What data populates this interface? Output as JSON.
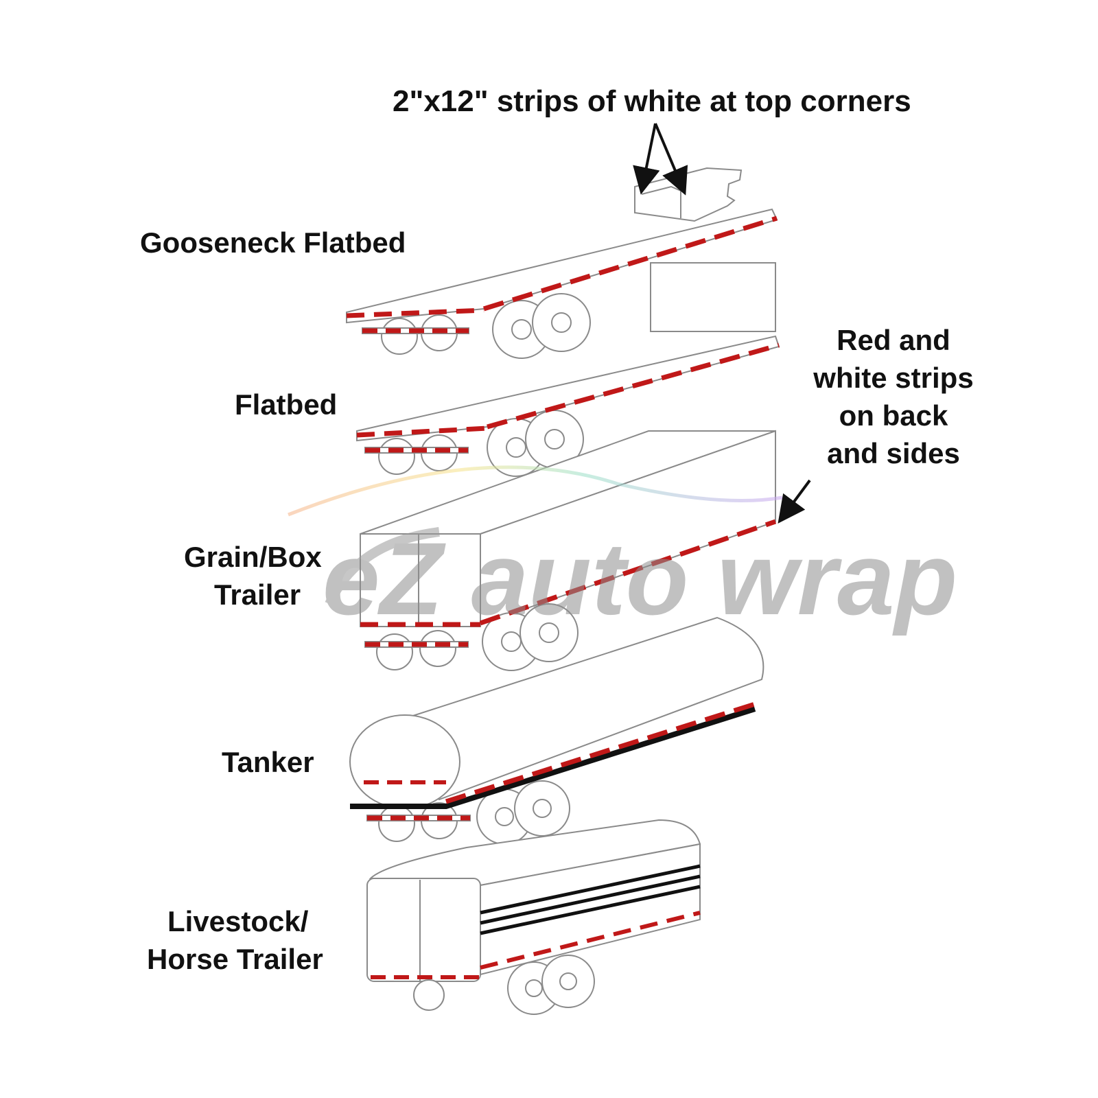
{
  "callouts": {
    "top": "2\"x12\" strips of white at top corners",
    "side": [
      "Red and",
      "white strips",
      "on back",
      "and sides"
    ]
  },
  "trailers": {
    "gooseneck": "Gooseneck Flatbed",
    "flatbed": "Flatbed",
    "grain_box": [
      "Grain/Box",
      "Trailer"
    ],
    "tanker": "Tanker",
    "livestock": [
      "Livestock/",
      "Horse Trailer"
    ]
  },
  "watermark": {
    "text": "eZ auto wrap"
  },
  "colors": {
    "reflective_red": "#c01818",
    "reflective_white": "#ffffff",
    "outline": "#8a8a8a",
    "text": "#111111"
  }
}
